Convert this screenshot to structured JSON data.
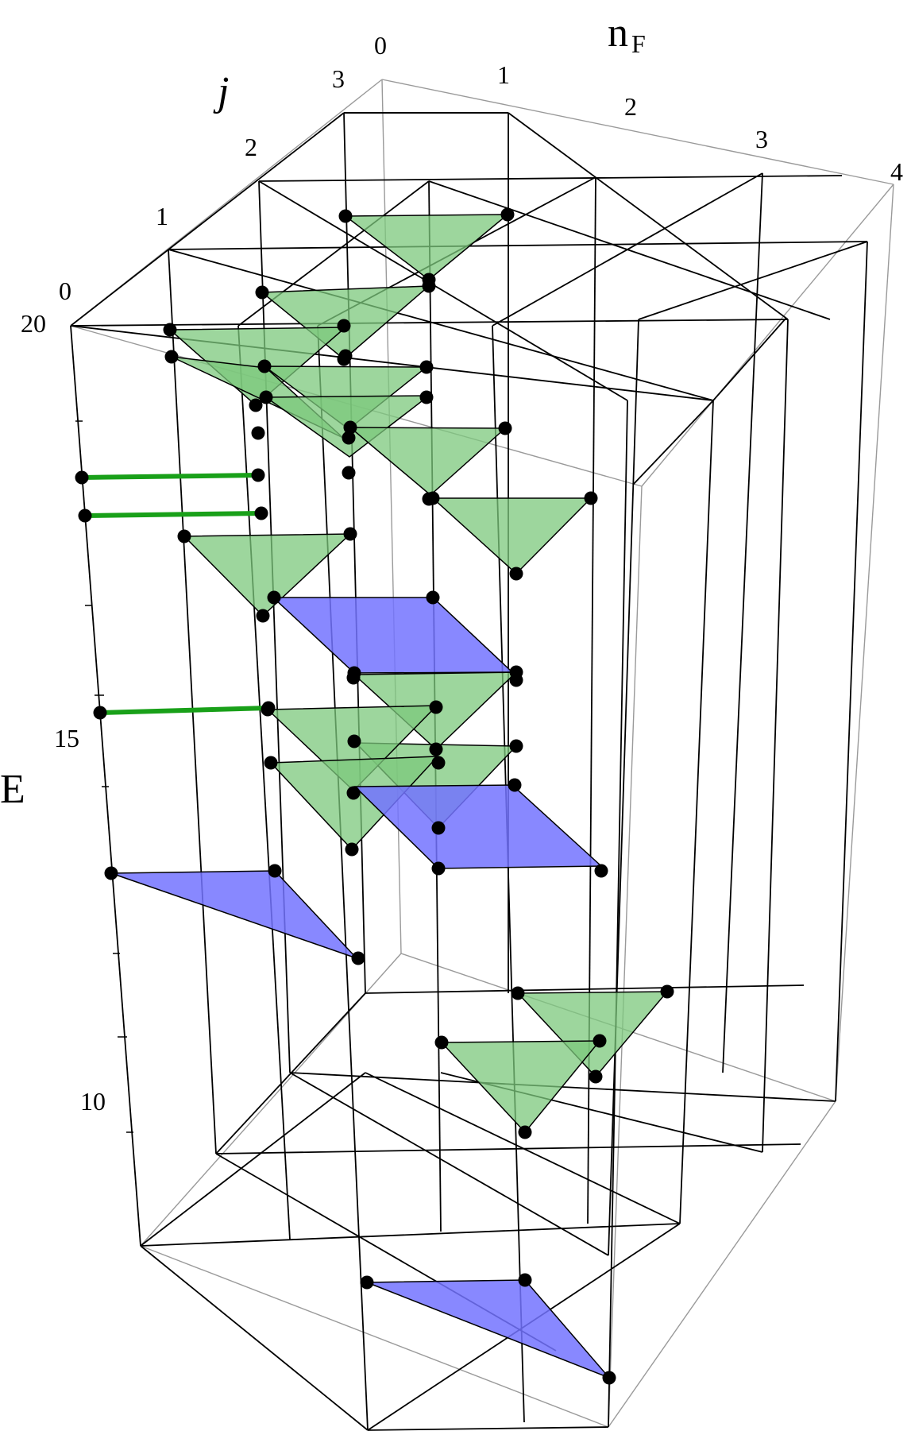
{
  "figure": {
    "axis_labels": {
      "vertical": "E",
      "front_left": "j",
      "back_right_main": "n",
      "back_right_sub": "F"
    },
    "ticks": {
      "E": [
        "20",
        "15",
        "10"
      ],
      "j": [
        "0",
        "1",
        "2",
        "3"
      ],
      "nF": [
        "0",
        "1",
        "2",
        "3",
        "4"
      ]
    },
    "colors": {
      "triangle_fill": "#7cc87c",
      "triangle_fill_opacity": 0.75,
      "plaquette_fill": "#7373ff",
      "plaquette_fill_opacity": 0.85,
      "link_color": "#19a019",
      "node_color": "#000000",
      "frame_color": "#000000",
      "box_color": "#9a9a9a"
    }
  }
}
